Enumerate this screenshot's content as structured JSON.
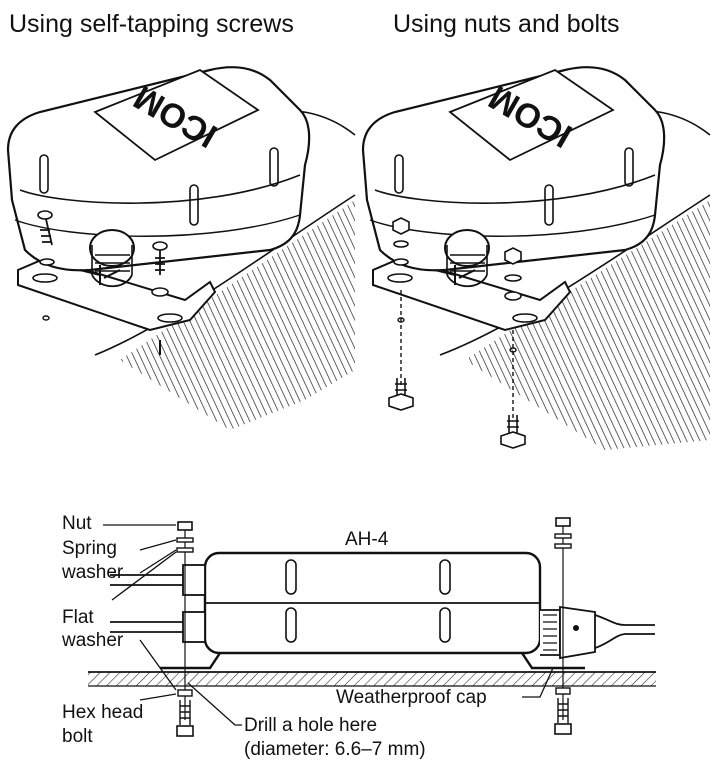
{
  "titles": {
    "left": "Using self-tapping screws",
    "right": "Using nuts and bolts"
  },
  "brand": "ICOM",
  "labels": {
    "nut": "Nut",
    "spring_washer_1": "Spring",
    "spring_washer_2": "washer",
    "flat_washer_1": "Flat",
    "flat_washer_2": "washer",
    "hex_bolt_1": "Hex head",
    "hex_bolt_2": "bolt",
    "model": "AH-4",
    "weatherproof_cap": "Weatherproof cap",
    "drill_hole_1": "Drill a hole here",
    "drill_hole_2": "(diameter: 6.6–7 mm)"
  },
  "colors": {
    "ink": "#111111",
    "background": "#ffffff"
  }
}
